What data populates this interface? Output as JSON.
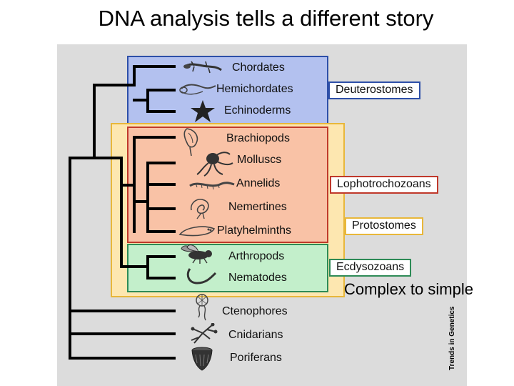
{
  "slide": {
    "title": "DNA analysis tells a different story",
    "note": "Complex to simple"
  },
  "diagram": {
    "taxa": [
      "Chordates",
      "Hemichordates",
      "Echinoderms",
      "Brachiopods",
      "Molluscs",
      "Annelids",
      "Nemertines",
      "Platyhelminths",
      "Arthropods",
      "Nematodes",
      "Ctenophores",
      "Cnidarians",
      "Poriferans"
    ],
    "groups": {
      "deuterostomes": "Deuterostomes",
      "lophotrochozoans": "Lophotrochozoans",
      "protostomes": "Protostomes",
      "ecdysozoans": "Ecdysozoans"
    },
    "group_colors": {
      "deuterostomes_fill": "#b3c1ef",
      "deuterostomes_border": "#2d4fa8",
      "protostomes_fill": "#fde7b0",
      "protostomes_border": "#e8b73a",
      "lophotrochozoans_fill": "#f9c2a6",
      "lophotrochozoans_border": "#c0392b",
      "ecdysozoans_fill": "#c3efcb",
      "ecdysozoans_border": "#2e8b57"
    },
    "credit": "Trends in Genetics",
    "icons": [
      "lizard-icon",
      "acorn-worm-icon",
      "starfish-icon",
      "brachiopod-icon",
      "octopus-icon",
      "annelid-worm-icon",
      "nemertine-icon",
      "flatworm-icon",
      "fly-icon",
      "nematode-icon",
      "ctenophore-icon",
      "cnidarian-icon",
      "sponge-icon"
    ]
  }
}
